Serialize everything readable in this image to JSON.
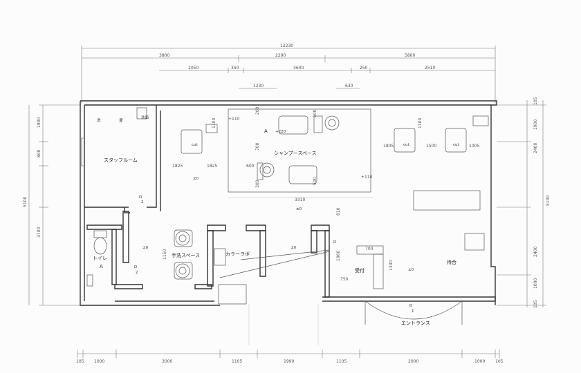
{
  "dimensions": {
    "total": "12230",
    "row1": [
      "3800",
      "2290",
      "5800"
    ],
    "row2": [
      "2050",
      "350",
      "3600",
      "250",
      "2510"
    ],
    "row3": [
      "1230",
      "630"
    ],
    "bottom": [
      "105",
      "1000",
      "3000",
      "1105",
      "1990",
      "1105",
      "2000",
      "1000",
      "105"
    ],
    "left": [
      "1900",
      "800",
      "5100",
      "3700"
    ],
    "right": [
      "105",
      "1900",
      "2400",
      "5100",
      "2400",
      "1000",
      "105"
    ],
    "inner": [
      "1100",
      "1825",
      "1825",
      "+110",
      "200",
      "700",
      "600",
      "300",
      "500",
      "500",
      "+110",
      "1100",
      "1805",
      "1500",
      "1005",
      "3310",
      "810",
      "1960",
      "750",
      "700",
      "1330",
      "1150"
    ]
  },
  "rooms": {
    "laundry_left": "洗",
    "laundry_right": "濯",
    "laundry_small": "洗面",
    "staff_room": "スタッフルーム",
    "shampoo_label": "A",
    "shampoo_mark": "+220",
    "shampoo_space": "シャンプースペース",
    "toilet": "トイレ",
    "toilet_a": "A",
    "handwash": "手洗スペース",
    "color_lab": "カラーラボ",
    "reception": "受付",
    "waiting": "待合",
    "entrance": "エントランス"
  },
  "notes": {
    "floor_marks": [
      "±0",
      "±0",
      "±0",
      "±0",
      "±0"
    ],
    "door_marks": [
      "D",
      "D",
      "D",
      "D"
    ],
    "door_nums": [
      "2",
      "2",
      "1"
    ],
    "chair_marks": [
      "cut",
      "cut",
      "cut"
    ]
  }
}
